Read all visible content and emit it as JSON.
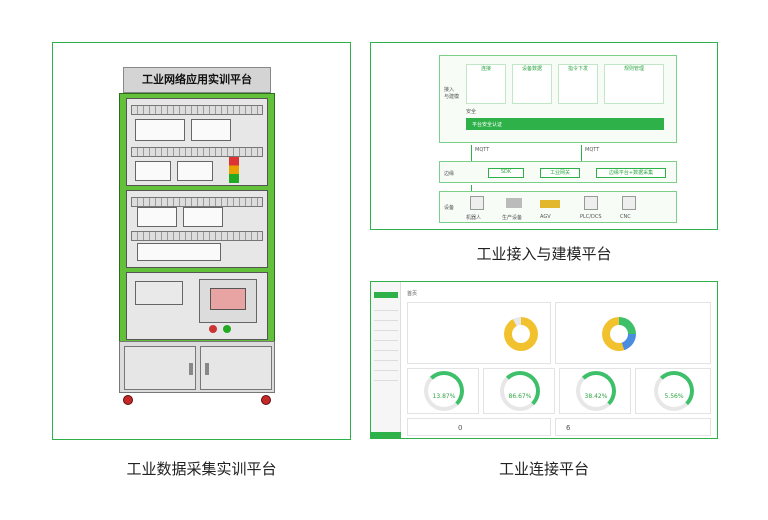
{
  "cards": {
    "cabinet": {
      "caption": "工业数据采集实训平台",
      "cabinet_title": "工业网络应用实训平台"
    },
    "architecture": {
      "caption": "工业接入与建模平台",
      "columns": [
        "连接",
        "设备数据",
        "指令下发",
        "规则管理"
      ],
      "layer_left_1": "接入\n与建模",
      "layer_left_2": "边缘",
      "layer_left_3": "设备",
      "protocol_1": "MQTT",
      "protocol_2": "MQTT",
      "edge_items": [
        "SDK",
        "工业网关",
        "边缘平台+数据采集"
      ],
      "device_items": [
        "机器人",
        "生产设备",
        "AGV",
        "PLC/DCS",
        "CNC"
      ],
      "platform_label": "平台安全认证",
      "safety_label": "安全"
    },
    "dashboard": {
      "caption": "工业连接平台",
      "header_title": "首页",
      "gauges": [
        "13.87%",
        "86.67%",
        "38.42%",
        "5.56%"
      ],
      "stat_numbers": [
        "0",
        "6"
      ]
    }
  },
  "colors": {
    "accent": "#2fb14a",
    "frame": "#63c03a",
    "wheel": "#c62828",
    "donut_yellow": "#f2c12e"
  }
}
